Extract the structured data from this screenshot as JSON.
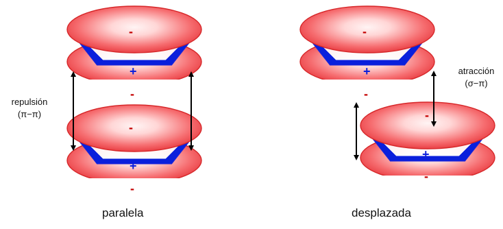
{
  "labels": {
    "left_caption": "paralela",
    "right_caption": "desplazada",
    "left_side_label": "repulsión",
    "left_side_sub": "(π−π)",
    "right_side_label": "atracción",
    "right_side_sub": "(σ−π)"
  },
  "symbols": {
    "negative": "-",
    "positive": "+"
  },
  "colors": {
    "cloud": "#ef2e34",
    "cloud_highlight": "#fff2f2",
    "ring": "#0a1fdc",
    "negative_sign": "#c40000",
    "arrow": "#000000"
  }
}
